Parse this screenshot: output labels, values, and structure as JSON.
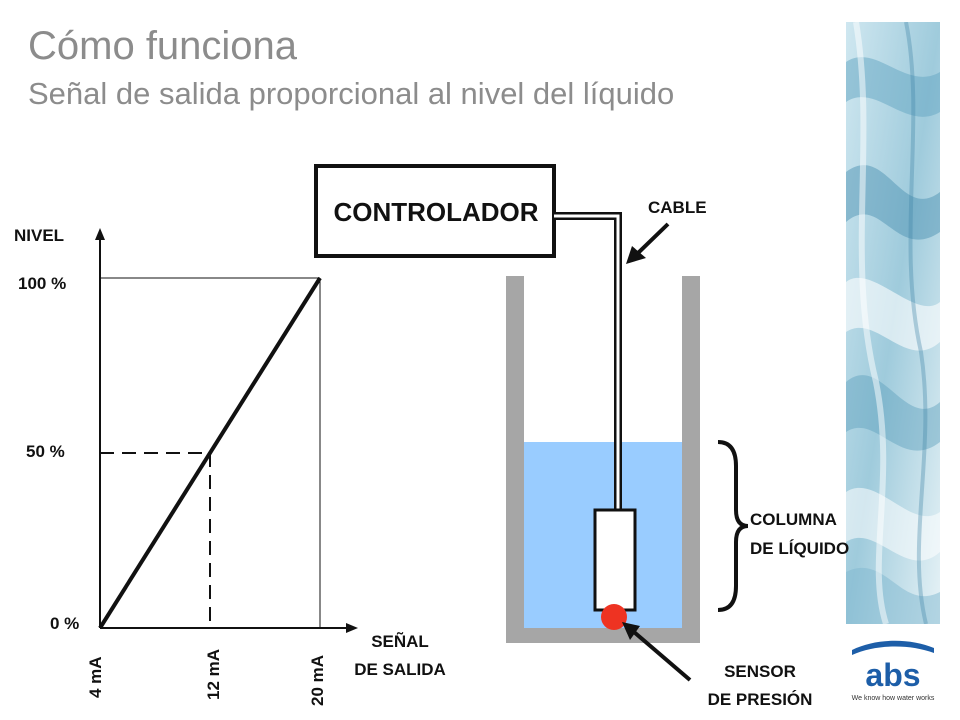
{
  "header": {
    "title": "Cómo funciona",
    "subtitle": "Señal de salida proporcional al nivel del líquido"
  },
  "graph": {
    "y_axis_label": "NIVEL",
    "y_ticks": [
      "100 %",
      "50 %",
      "0 %"
    ],
    "x_ticks": [
      "4 mA",
      "12 mA",
      "20 mA"
    ],
    "x_axis_label_line1": "SEÑAL",
    "x_axis_label_line2": "DE SALIDA"
  },
  "system": {
    "controller_label": "CONTROLADOR",
    "cable_label": "CABLE",
    "column_label_line1": "COLUMNA",
    "column_label_line2": "DE LÍQUIDO",
    "sensor_label_line1": "SENSOR",
    "sensor_label_line2": "DE PRESIÓN",
    "liquid_level_fraction": 0.5
  },
  "logo": {
    "name": "abs",
    "tagline": "We know how water works"
  },
  "colors": {
    "title": "#8c8c8c",
    "liquid": "#99ccff",
    "tank_wall": "#a6a6a6",
    "sensor": "#ee3322",
    "logo_blue": "#1d5ea8"
  }
}
